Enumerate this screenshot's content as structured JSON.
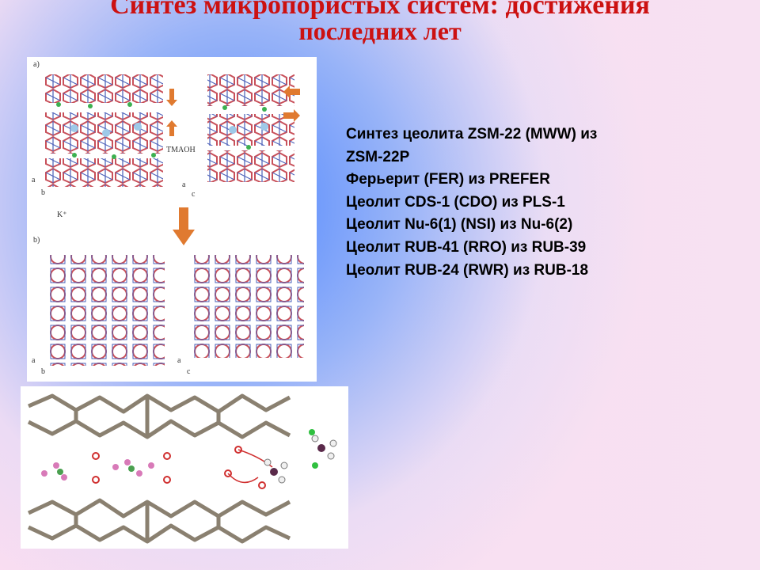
{
  "title": {
    "line1": "Синтез микропористых систем: достижения",
    "line2": "последних лет"
  },
  "figure_top": {
    "label_a": "a)",
    "label_b": "b)",
    "annotation_tmaoh": "TMAOH",
    "annotation_k": "K⁺",
    "axes_labels": [
      "a",
      "b",
      "a",
      "c",
      "a",
      "b",
      "a",
      "c"
    ]
  },
  "list": [
    "Синтез цеолита ZSM-22 (MWW) из",
    "ZSM-22P",
    "Ферьерит (FER) из PREFER",
    "Цеолит CDS-1 (CDO) из PLS-1",
    "Цеолит Nu-6(1) (NSI) из Nu-6(2)",
    "Цеолит RUB-41 (RRO) из RUB-39",
    "Цеолит RUB-24 (RWR) из RUB-18"
  ],
  "colors": {
    "title": "#cc1111",
    "framework_red": "#c8505a",
    "framework_blue": "#4a5fb8",
    "arrow_orange": "#e07a30"
  }
}
